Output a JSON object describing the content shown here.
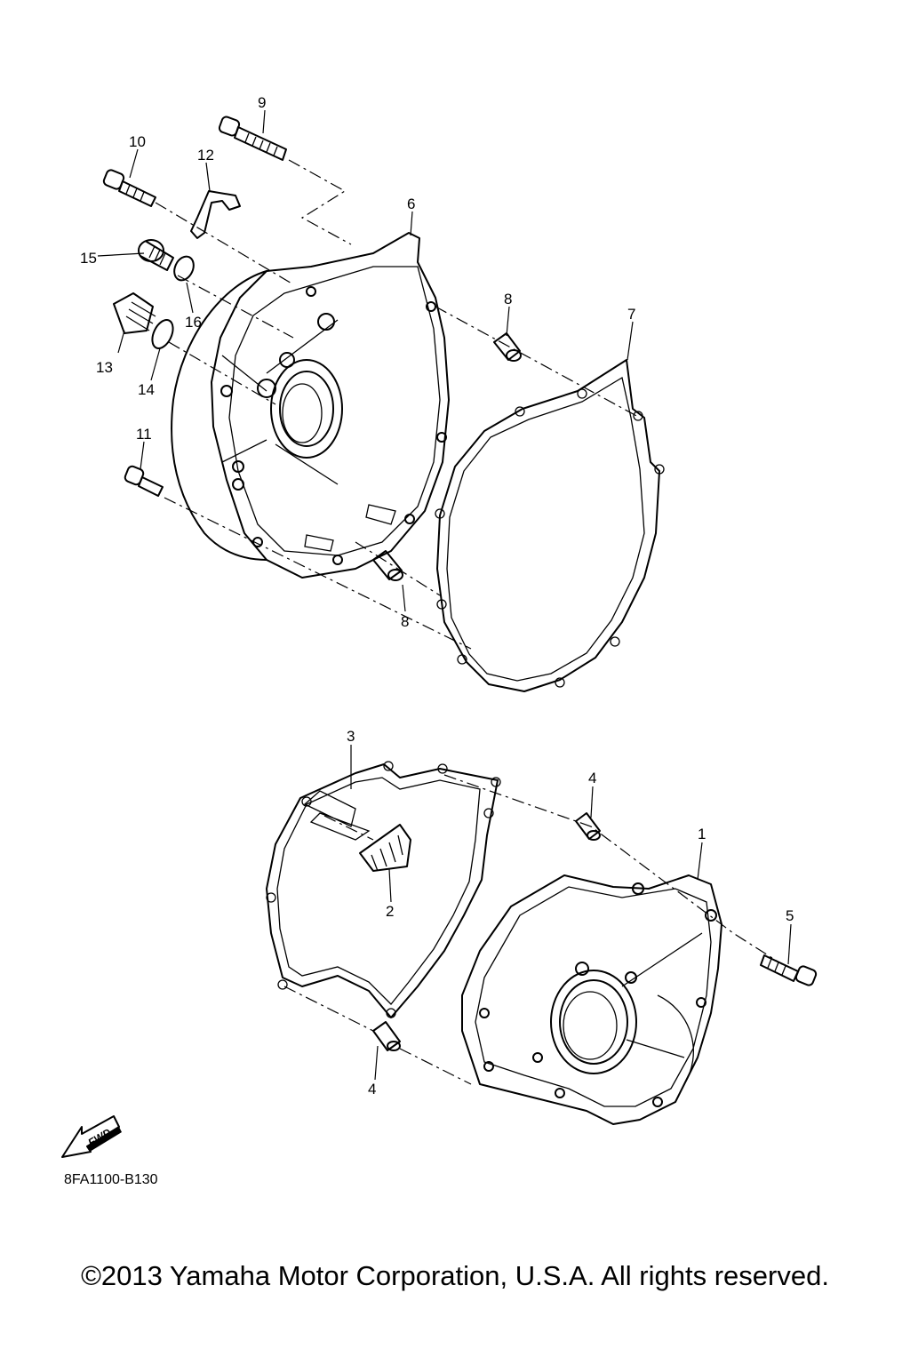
{
  "diagram_code": "8FA1100-B130",
  "fwd_label": "FWD",
  "copyright": "©2013 Yamaha Motor Corporation, U.S.A. All rights reserved.",
  "callouts": {
    "c1": "1",
    "c2": "2",
    "c3": "3",
    "c4a": "4",
    "c4b": "4",
    "c5": "5",
    "c6": "6",
    "c7": "7",
    "c8a": "8",
    "c8b": "8",
    "c9": "9",
    "c10": "10",
    "c11": "11",
    "c12": "12",
    "c13": "13",
    "c14": "14",
    "c15": "15",
    "c16": "16"
  }
}
